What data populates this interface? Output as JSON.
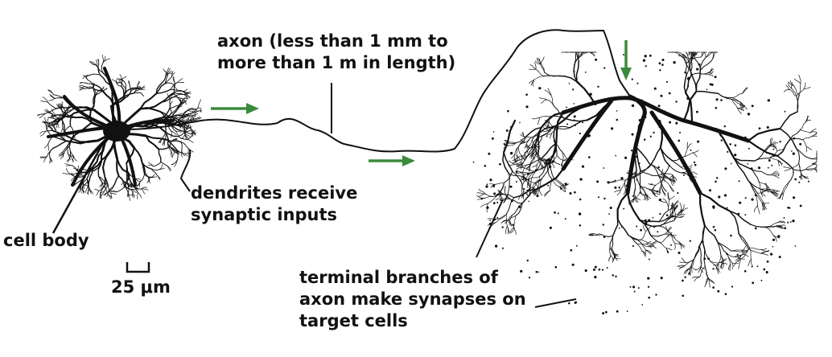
{
  "labels": {
    "axon": [
      "axon (less than 1 mm to",
      "more than 1 m in length)"
    ],
    "dendrites": [
      "dendrites receive",
      "synaptic inputs"
    ],
    "cell_body": "cell body",
    "scale_bar": "25 μm",
    "terminal": [
      "terminal branches of",
      "axon make synapses on",
      "target cells"
    ]
  },
  "colors": {
    "ink": "#111111",
    "arrow": "#3c8a3c",
    "background": "#ffffff"
  },
  "signal_direction": "left-to-right"
}
